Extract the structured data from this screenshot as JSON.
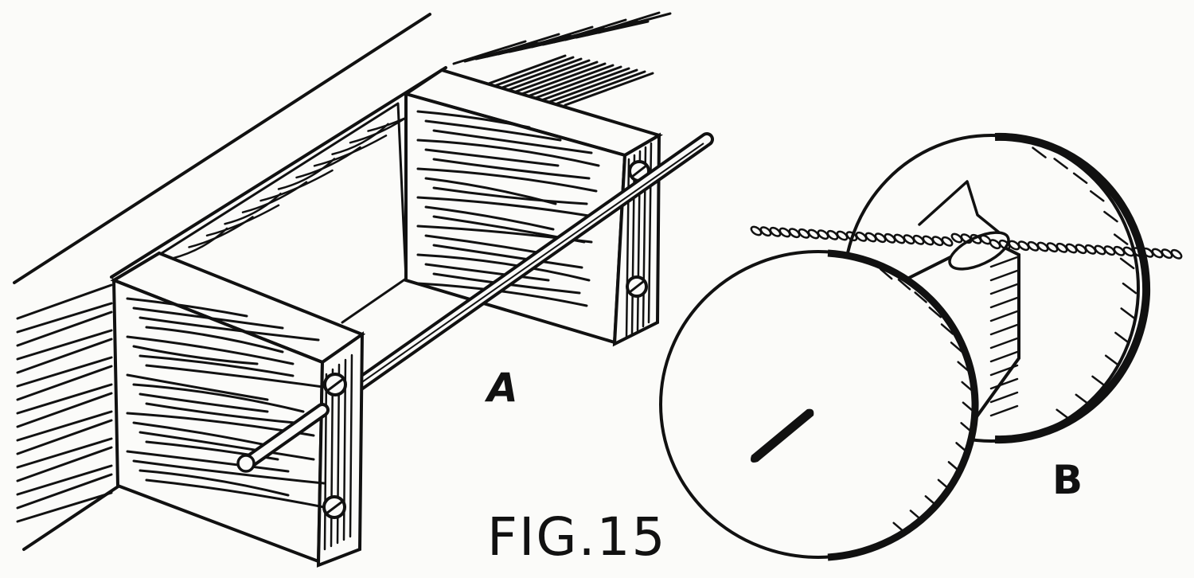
{
  "figure": {
    "caption": "FIG.15",
    "part_a_label": "A",
    "part_b_label": "B"
  },
  "style": {
    "ink_color": "#111111",
    "paper_color": "#fbfbf9"
  },
  "icons": {
    "part_a": "wooden-bracket-with-rod",
    "part_b": "spool-with-twisted-cord"
  }
}
